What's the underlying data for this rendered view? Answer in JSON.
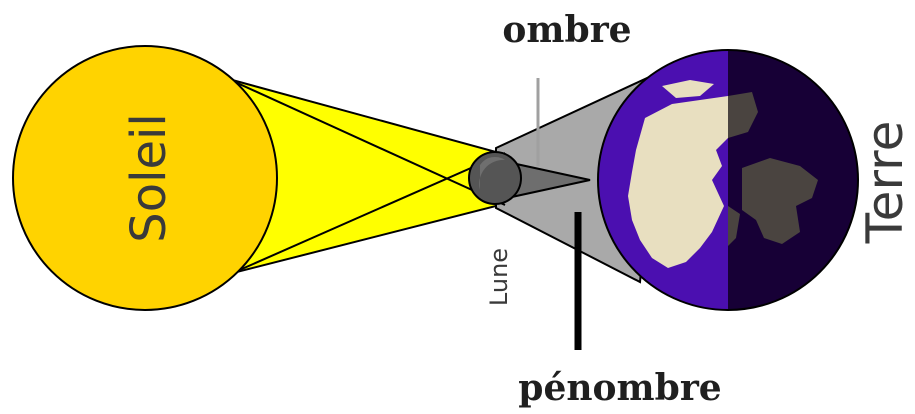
{
  "labels": {
    "sun": "Soleil",
    "moon": "Lune",
    "earth": "Terre",
    "umbra": "ombre",
    "penumbra": "pénombre"
  },
  "colors": {
    "sun": "#FFD300",
    "sun_cone": "#FFFF00",
    "earth_ocean": "#4B0FB0",
    "earth_night": "#170036",
    "earth_land": "#E8DFC0",
    "earth_land_night": "#4A4440",
    "moon": "#555555",
    "umbra": "#6E6E6E",
    "penumbra": "#A9A9A9",
    "outline": "#000000"
  }
}
